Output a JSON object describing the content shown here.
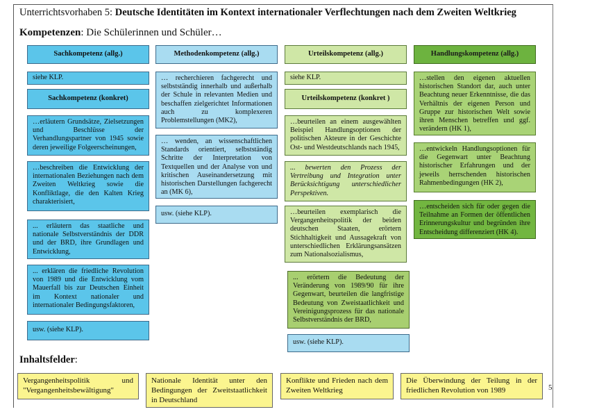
{
  "header": {
    "prefix": "Unterrichtsvorhaben 5: ",
    "title": "Deutsche Identitäten im Kontext internationaler Verflechtungen nach dem Zweiten Weltkrieg"
  },
  "kompetenzen": {
    "label": "Kompetenzen",
    "rest": ": Die Schülerinnen und Schüler…"
  },
  "columns": {
    "sach": {
      "header": "Sachkompetenz (allg.)",
      "allg": "siehe KLP.",
      "header_konkret": "Sachkompetenz (konkret)",
      "items": [
        "…erläutern Grundsätze, Zielsetzungen und Beschlüsse der Verhandlungspartner von 1945 sowie deren jeweilige Folgeerscheinungen,",
        "…beschreiben die Entwicklung der internationalen Beziehungen nach dem Zweiten Weltkrieg sowie die Konfliktlage, die den Kalten Krieg charakterisiert,",
        "... erläutern das staatliche und nationale Selbstverständnis der DDR und der BRD, ihre Grundlagen und Entwicklung,",
        "... erklären die friedliche Revolution von 1989 und die Entwicklung vom Mauerfall bis zur Deutschen Einheit im Kontext nationaler und internationaler Bedingungsfaktoren,",
        "usw. (siehe KLP)."
      ]
    },
    "methoden": {
      "header": "Methodenkompetenz (allg.)",
      "items": [
        "… recherchieren fachgerecht und selbstständig innerhalb und außerhalb der Schule in relevanten Medien und beschaffen zielgerichtet Informationen auch zu komplexeren Problemstellungen (MK2),",
        "… wenden, an wissenschaftlichen Standards orientiert, selbstständig Schritte der Interpretation von Textquellen und der Analyse von und kritischen Auseinandersetzung mit historischen Darstellungen fachgerecht an (MK 6),",
        "usw. (siehe KLP)."
      ]
    },
    "urteil": {
      "header": "Urteilskompetenz (allg.)",
      "allg": "siehe KLP.",
      "header_konkret": "Urteilskompetenz (konkret )",
      "items": [
        "…beurteilen an einem ausgewählten Beispiel Handlungsoptionen der politischen Akteure in der Geschichte Ost- und Westdeutschlands nach 1945,",
        "... bewerten den Prozess der Vertreibung und Integration unter Berücksichtigung unterschiedlicher Perspektiven.",
        "…beurteilen exemplarisch die Vergangenheitspolitik der beiden deutschen Staaten, erörtern Stichhaltigkeit und Aussagekraft von unterschiedlichen Erklärungsansätzen zum Nationalsozialismus,",
        "... erörtern die Bedeutung der Veränderung von 1989/90 für ihre Gegenwart, beurteilen die langfristige Bedeutung von Zweistaatlichkeit und Vereinigungsprozess für das nationale Selbstverständnis der BRD,",
        "usw. (siehe KLP)."
      ]
    },
    "handlung": {
      "header": "Handlungskompetenz (allg.)",
      "items": [
        "…stellen den eigenen aktuellen historischen Standort dar, auch unter Beachtung neuer Erkenntnisse, die das Verhältnis der eigenen Person und Gruppe zur historischen Welt sowie ihren Menschen betreffen und ggf. verändern (HK 1),",
        "…entwickeln Handlungsoptionen für die Gegenwart unter Beachtung historischer Erfahrungen und der jeweils herrschenden historischen Rahmenbedingungen (HK 2),",
        "…entscheiden sich für oder gegen die Teilnahme an Formen der öffentlichen Erinnerungskultur und begründen ihre Entscheidung differenziert (HK 4)."
      ]
    }
  },
  "inhaltsfelder": {
    "label": "Inhaltsfelder",
    "colon": ":",
    "items": [
      "Vergangenheitspolitik und \"Vergangenheitsbewältigung\"",
      "Nationale Identität unter den Bedingungen der Zweitstaatlichkeit in Deutschland",
      "Konflikte und Frieden nach dem Zweiten Weltkrieg",
      "Die Überwindung der Teilung in der friedlichen Revolution von 1989"
    ]
  },
  "page_number": "5"
}
